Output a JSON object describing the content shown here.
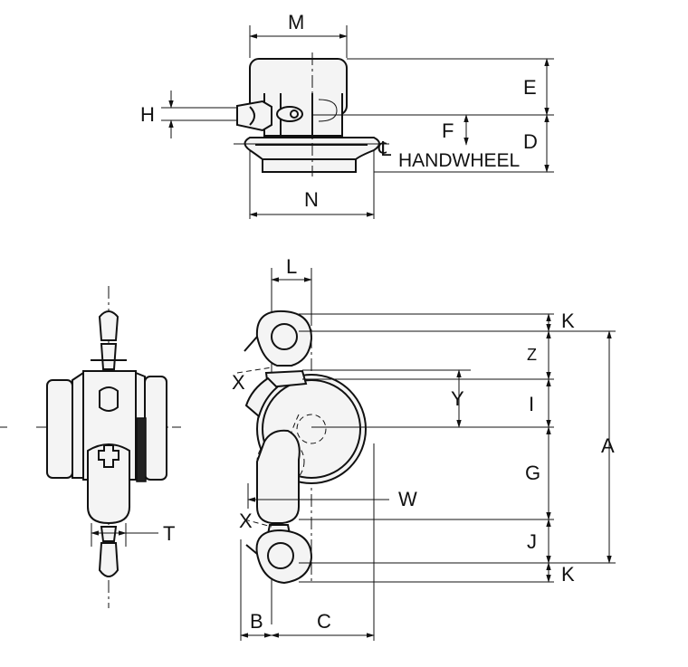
{
  "labels": {
    "m": "M",
    "e": "E",
    "h": "H",
    "f": "F",
    "d": "D",
    "cl": "℄",
    "handwheel": "HANDWHEEL",
    "n": "N",
    "l": "L",
    "k_top": "K",
    "z": "Z",
    "x_top": "X",
    "y": "Y",
    "i": "I",
    "a": "A",
    "g": "G",
    "w": "W",
    "t": "T",
    "x_bottom": "X",
    "j": "J",
    "k_bottom": "K",
    "b": "B",
    "c": "C"
  },
  "colors": {
    "line": "#111111",
    "fill": "#f4f4f4",
    "background": "#ffffff"
  }
}
